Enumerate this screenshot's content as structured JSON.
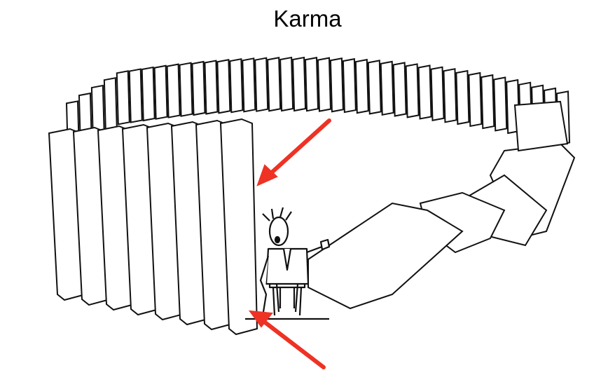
{
  "title": "Karma",
  "colors": {
    "arrow": "#ee3224",
    "ink": "#111111",
    "paper": "#ffffff"
  },
  "icons": [
    "domino-ring-illustration",
    "seated-man-illustration",
    "red-arrow-icon"
  ]
}
